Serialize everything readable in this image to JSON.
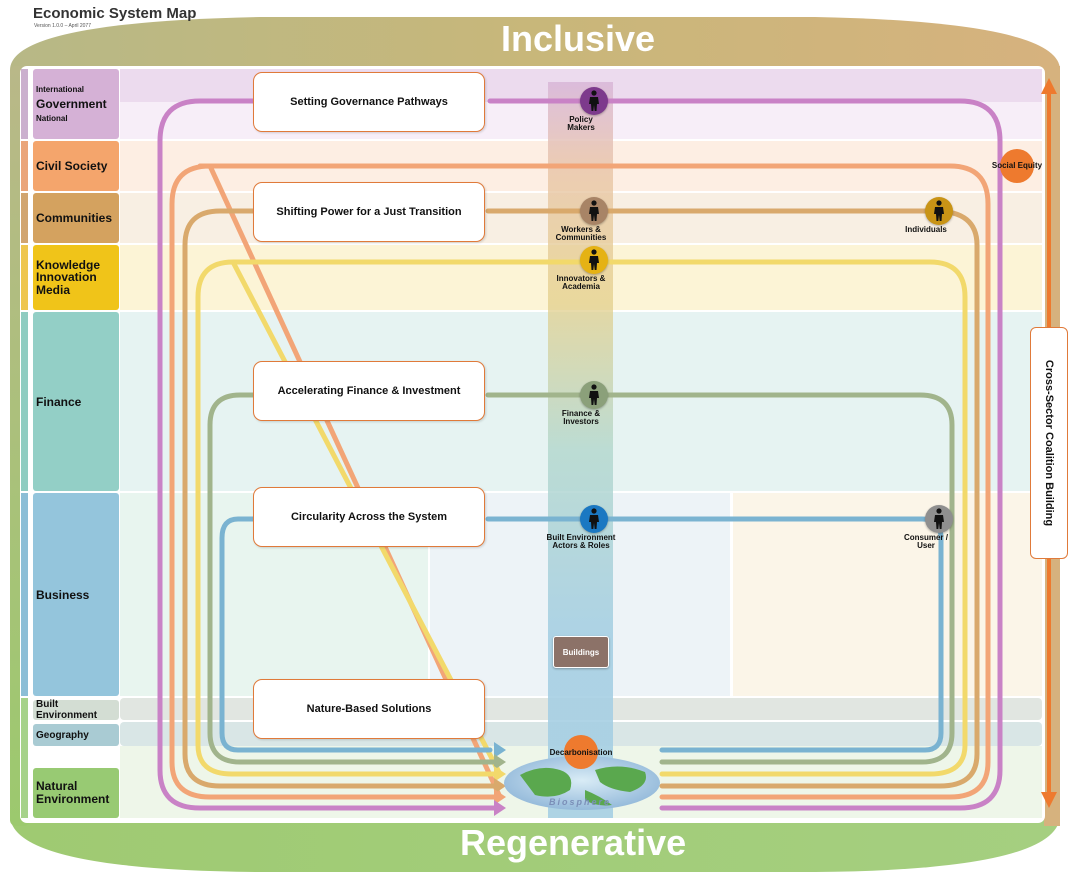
{
  "header": {
    "title": "Economic System Map",
    "version": "Version 1.0.0 – April 2077"
  },
  "banner": {
    "top": "Inclusive",
    "bottom": "Regenerative"
  },
  "sectors": {
    "government": {
      "international": "International",
      "main": "Government",
      "national": "National"
    },
    "civil_society": "Civil Society",
    "communities": "Communities",
    "knowledge": "Knowledge\nInnovation\nMedia",
    "finance": "Finance",
    "business": "Business",
    "built_environment": "Built Environment",
    "geography": "Geography",
    "natural_environment": "Natural\nEnvironment"
  },
  "callouts": {
    "governance": "Setting Governance Pathways",
    "just_transition": "Shifting Power for a Just Transition",
    "finance": "Accelerating Finance & Investment",
    "circularity": "Circularity Across the System",
    "nature": "Nature-Based Solutions"
  },
  "actors": {
    "policy": "Policy\nMakers",
    "workers": "Workers &\nCommunities",
    "individuals": "Individuals",
    "innovators": "Innovators &\nAcademia",
    "finance": "Finance &\nInvestors",
    "built": "Built Environment\nActors & Roles",
    "consumer": "Consumer /\nUser"
  },
  "social_equity": "Social Equity",
  "coalition": "Cross-Sector Coalition Building",
  "buildings": "Buildings",
  "decarbonisation": "Decarbonisation",
  "biosphere": "Biosphere",
  "colors": {
    "government": "#d5b1d6",
    "civil_society": "#f4a56c",
    "communities": "#d4a25f",
    "knowledge": "#f0c419",
    "finance": "#93cfc6",
    "business": "#94c5dc",
    "built_environment": "#d3ddd3",
    "geography": "#a9cbd3",
    "natural_environment": "#98ca73",
    "accent": "#ee7a2e",
    "loop_purple": "#c982c6",
    "loop_orange": "#f2a577",
    "loop_tan": "#d9a96c",
    "loop_yellow": "#f2d96b",
    "loop_green": "#a1b48c",
    "loop_blue": "#7ab3d1"
  }
}
